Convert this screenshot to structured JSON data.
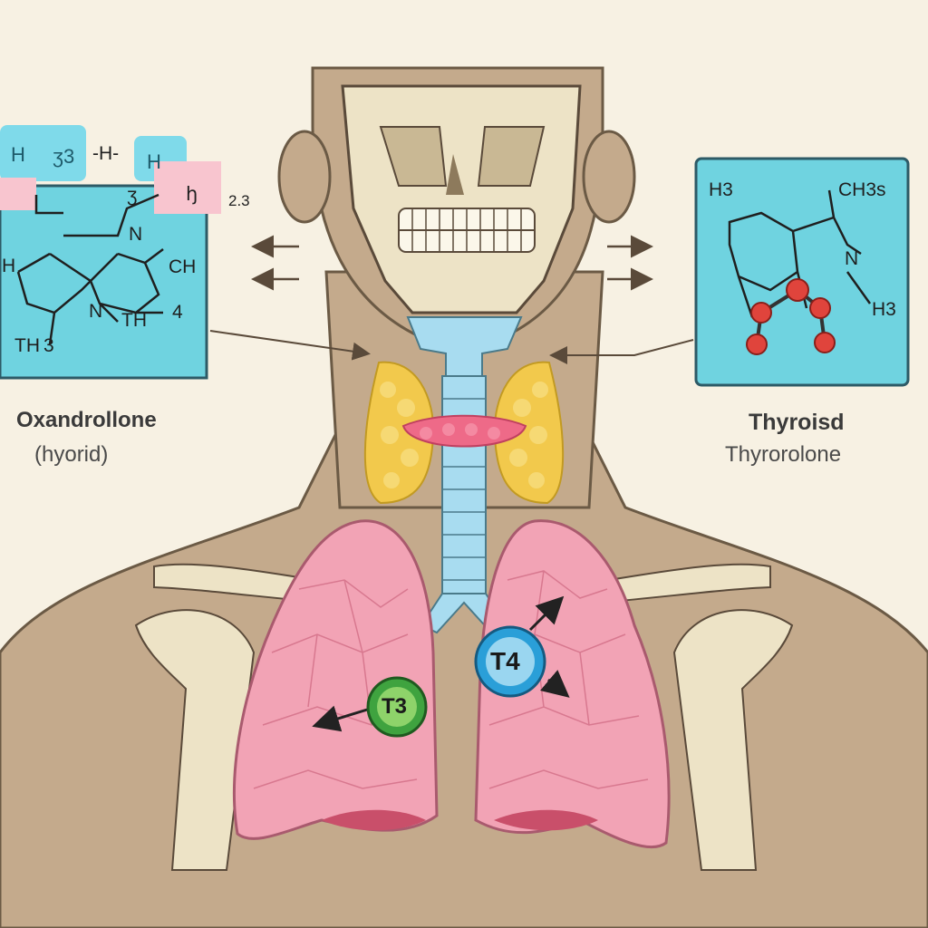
{
  "left_panel": {
    "caption": "Oxandrollone",
    "subcaption": "(hyorid)",
    "top_labels": [
      "H",
      "ʒ3",
      "-H-",
      "H"
    ],
    "side_label": "2.3",
    "atoms": [
      "H",
      "CH",
      "TH",
      "TH",
      "N",
      "N",
      "4",
      "3",
      "ʒ",
      "ꜧ"
    ]
  },
  "right_panel": {
    "caption": "Thyroisd",
    "subcaption": "Thyrorolone",
    "atoms": [
      "H3",
      "CH3s",
      "N",
      "H3"
    ]
  },
  "hormones": [
    {
      "label": "T3",
      "color": "#3fa33f"
    },
    {
      "label": "T4",
      "color": "#2a9fd8"
    }
  ],
  "colors": {
    "background": "#f7f1e3",
    "skin": "#c4aa8c",
    "panel": "#6fd3e0",
    "lung": "#f2a3b5",
    "thyroid": "#f2c94c",
    "trachea": "#a8dcf0"
  }
}
